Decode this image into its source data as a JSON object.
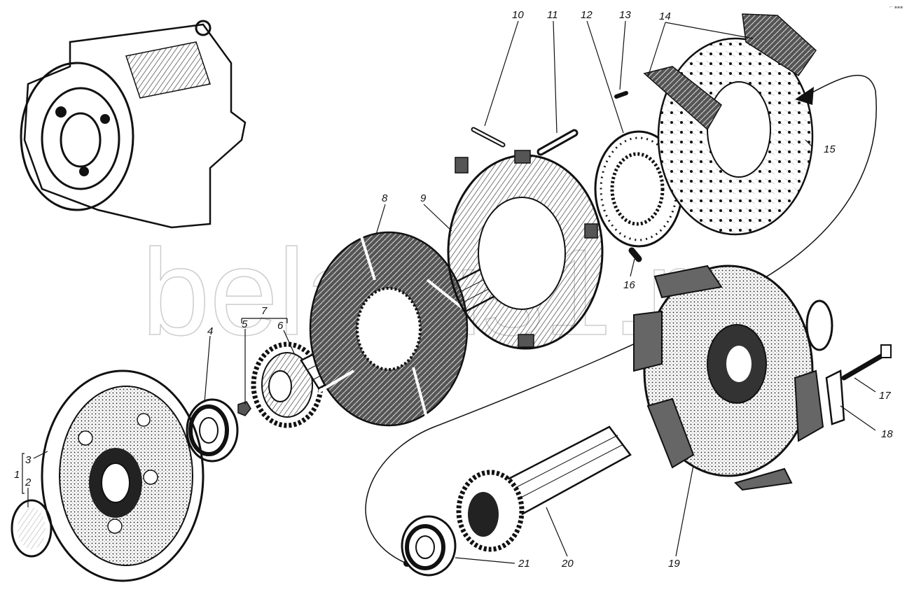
{
  "watermark": "belarus1.ru",
  "corner_mark": "⌐ ▪▪▪",
  "callouts": {
    "n1": "1",
    "n2": "2",
    "n3": "3",
    "n4": "4",
    "n5": "5",
    "n6": "6",
    "n7": "7",
    "n8": "8",
    "n9": "9",
    "n10": "10",
    "n11": "11",
    "n12": "12",
    "n13": "13",
    "n14": "14",
    "n15": "15",
    "n16": "16",
    "n17": "17",
    "n18": "18",
    "n19": "19",
    "n20": "20",
    "n21": "21"
  },
  "colors": {
    "ink": "#111111",
    "watermark": "#cfcfcf",
    "background": "#ffffff"
  }
}
